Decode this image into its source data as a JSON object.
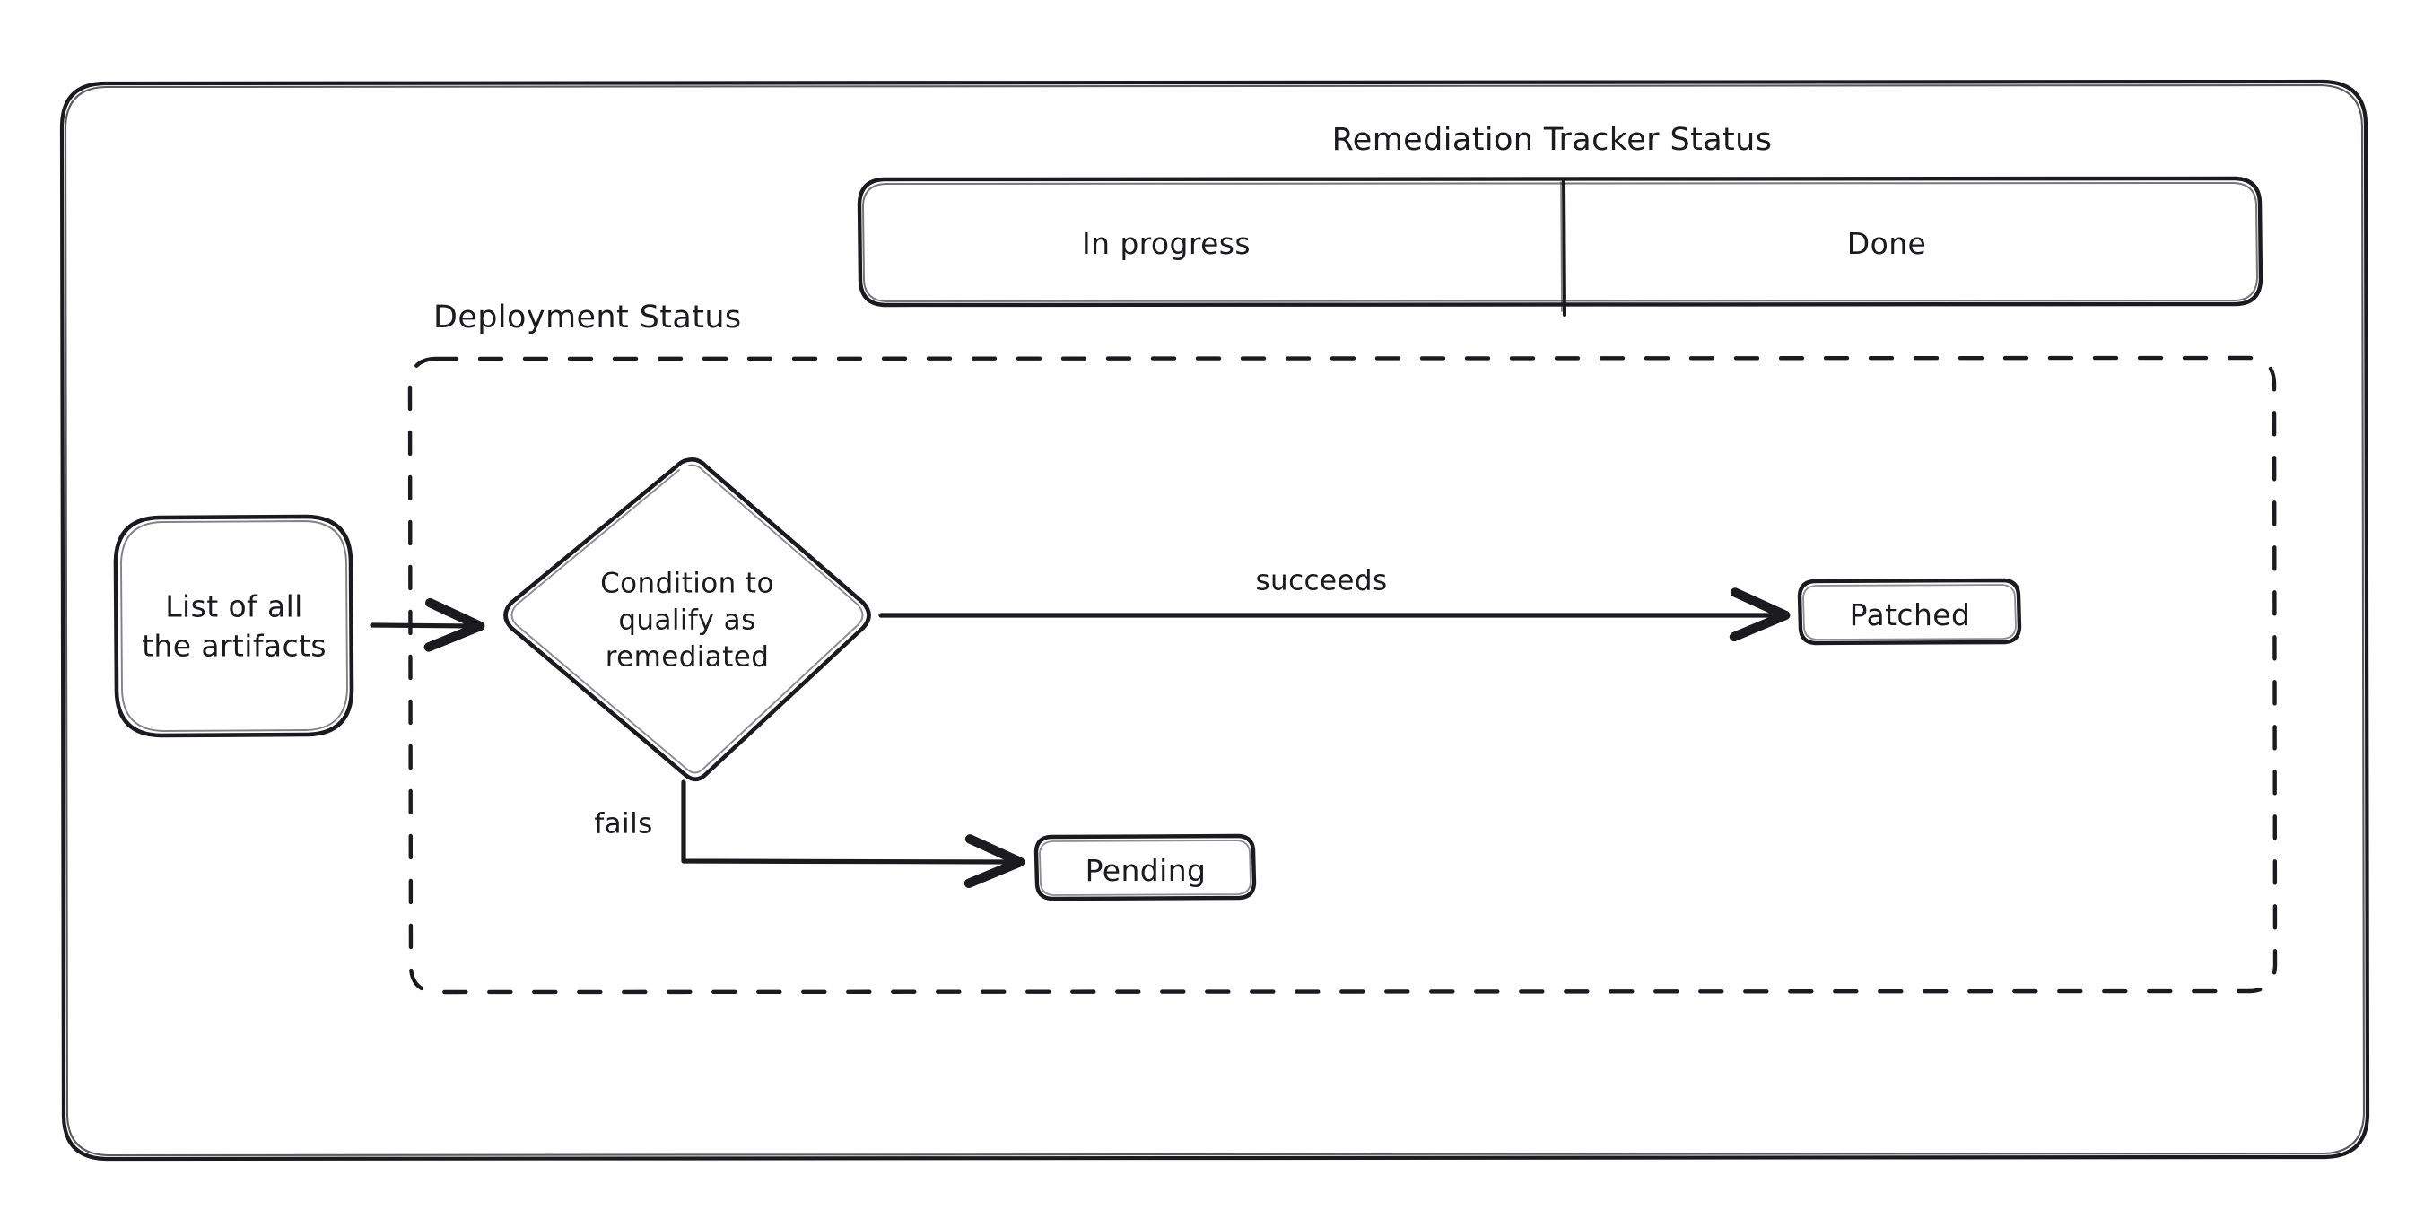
{
  "diagram": {
    "title": "Remediation Tracker Status",
    "type": "flowchart",
    "style": "hand-drawn",
    "colors": {
      "stroke": "#1b1b1f",
      "background": "#ffffff",
      "text": "#1b1b1f"
    }
  },
  "outer_frame": {
    "name": "outer-frame",
    "shape": "rounded-rectangle"
  },
  "tracker": {
    "title": "Remediation Tracker Status",
    "lanes": [
      {
        "label": "In progress"
      },
      {
        "label": "Done"
      }
    ]
  },
  "deployment_group": {
    "label": "Deployment Status",
    "border": "dashed"
  },
  "nodes": [
    {
      "id": "list",
      "label": "List of all\nthe artifacts",
      "shape": "rounded-rectangle"
    },
    {
      "id": "condition",
      "label": "Condition to\nqualify as\nremediated",
      "shape": "diamond"
    },
    {
      "id": "patched",
      "label": "Patched",
      "shape": "rounded-rectangle"
    },
    {
      "id": "pending",
      "label": "Pending",
      "shape": "rounded-rectangle"
    }
  ],
  "edges": [
    {
      "from": "list",
      "to": "condition",
      "label": ""
    },
    {
      "from": "condition",
      "to": "patched",
      "label": "succeeds"
    },
    {
      "from": "condition",
      "to": "pending",
      "label": "fails"
    }
  ]
}
